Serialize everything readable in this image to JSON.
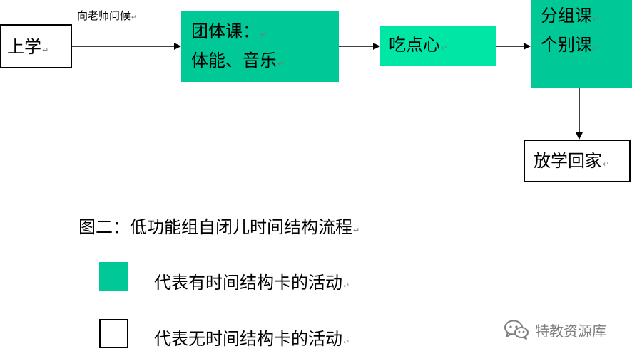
{
  "colors": {
    "green_box_dark": "#00c896",
    "green_box_light": "#00e6a5",
    "line": "#000000",
    "watermark": "#7f7f7f"
  },
  "flow": {
    "start": {
      "text": "上学"
    },
    "greeting_label": {
      "text": "向老师问候"
    },
    "group_class": {
      "line1": "团体课：",
      "line2": "体能、音乐"
    },
    "snack": {
      "text": "吃点心"
    },
    "sub_class": {
      "line1": "分组课",
      "line2": "个别课"
    },
    "end": {
      "text": "放学回家"
    }
  },
  "caption": {
    "text": "图二：低功能组自闭儿时间结构流程"
  },
  "legend": [
    {
      "style": "green",
      "text": "代表有时间结构卡的活动"
    },
    {
      "style": "white",
      "text": "代表无时间结构卡的活动"
    }
  ],
  "paragraph_mark": "↵",
  "watermark": {
    "icon": "wechat-icon",
    "text": "特教资源库"
  }
}
